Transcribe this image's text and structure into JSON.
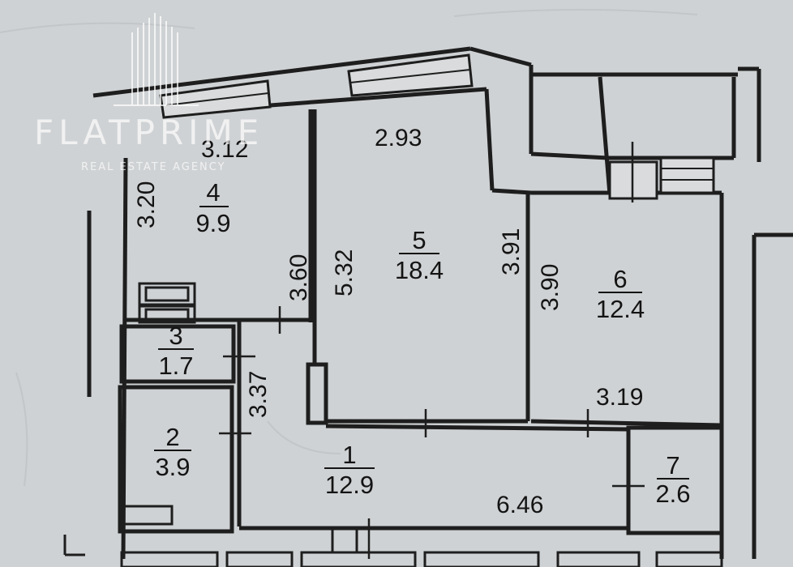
{
  "watermark": {
    "brand": "FLATPRIME",
    "tagline": "REAL ESTATE AGENCY"
  },
  "rooms": [
    {
      "number": "1",
      "area": "12.9"
    },
    {
      "number": "2",
      "area": "3.9"
    },
    {
      "number": "3",
      "area": "1.7"
    },
    {
      "number": "4",
      "area": "9.9"
    },
    {
      "number": "5",
      "area": "18.4"
    },
    {
      "number": "6",
      "area": "12.4"
    },
    {
      "number": "7",
      "area": "2.6"
    }
  ],
  "dimensions": {
    "room4_width": "3.12",
    "room4_depth": "3.20",
    "room4_partition": "3.60",
    "room5_width": "2.93",
    "room5_left": "5.32",
    "room5_right": "3.91",
    "room6_left": "3.90",
    "room6_bottom": "3.19",
    "corridor_height": "3.37",
    "hall_length": "6.46"
  },
  "colors": {
    "background": "#cfd2d4",
    "wall": "#1e1e1e",
    "ink": "#141414"
  }
}
